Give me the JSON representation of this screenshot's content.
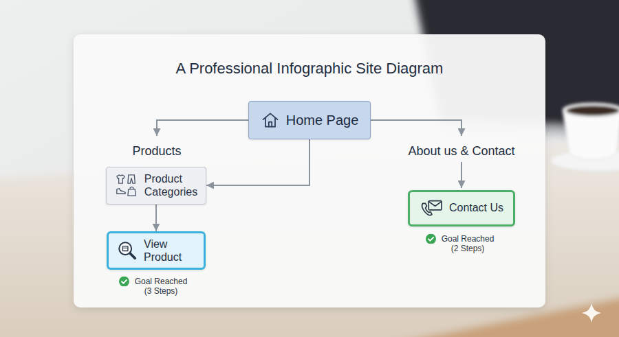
{
  "diagram": {
    "title": "A Professional Infographic Site Diagram",
    "nodes": [
      {
        "text": [
          "Home Page"
        ]
      },
      {
        "text": [
          "Product Categories"
        ]
      },
      {
        "text": [
          "View Product"
        ]
      },
      {
        "text": [
          "Contact Us"
        ]
      }
    ],
    "edges": [
      {
        "from": 0,
        "to": 1,
        "arrow": "to"
      },
      {
        "from": 1,
        "to": 2,
        "arrow": "to"
      }
    ],
    "labels": [
      "Products",
      "About us & Contact",
      "Goal Reached (3 Steps)",
      "Goal Reached (2 Steps)"
    ]
  }
}
